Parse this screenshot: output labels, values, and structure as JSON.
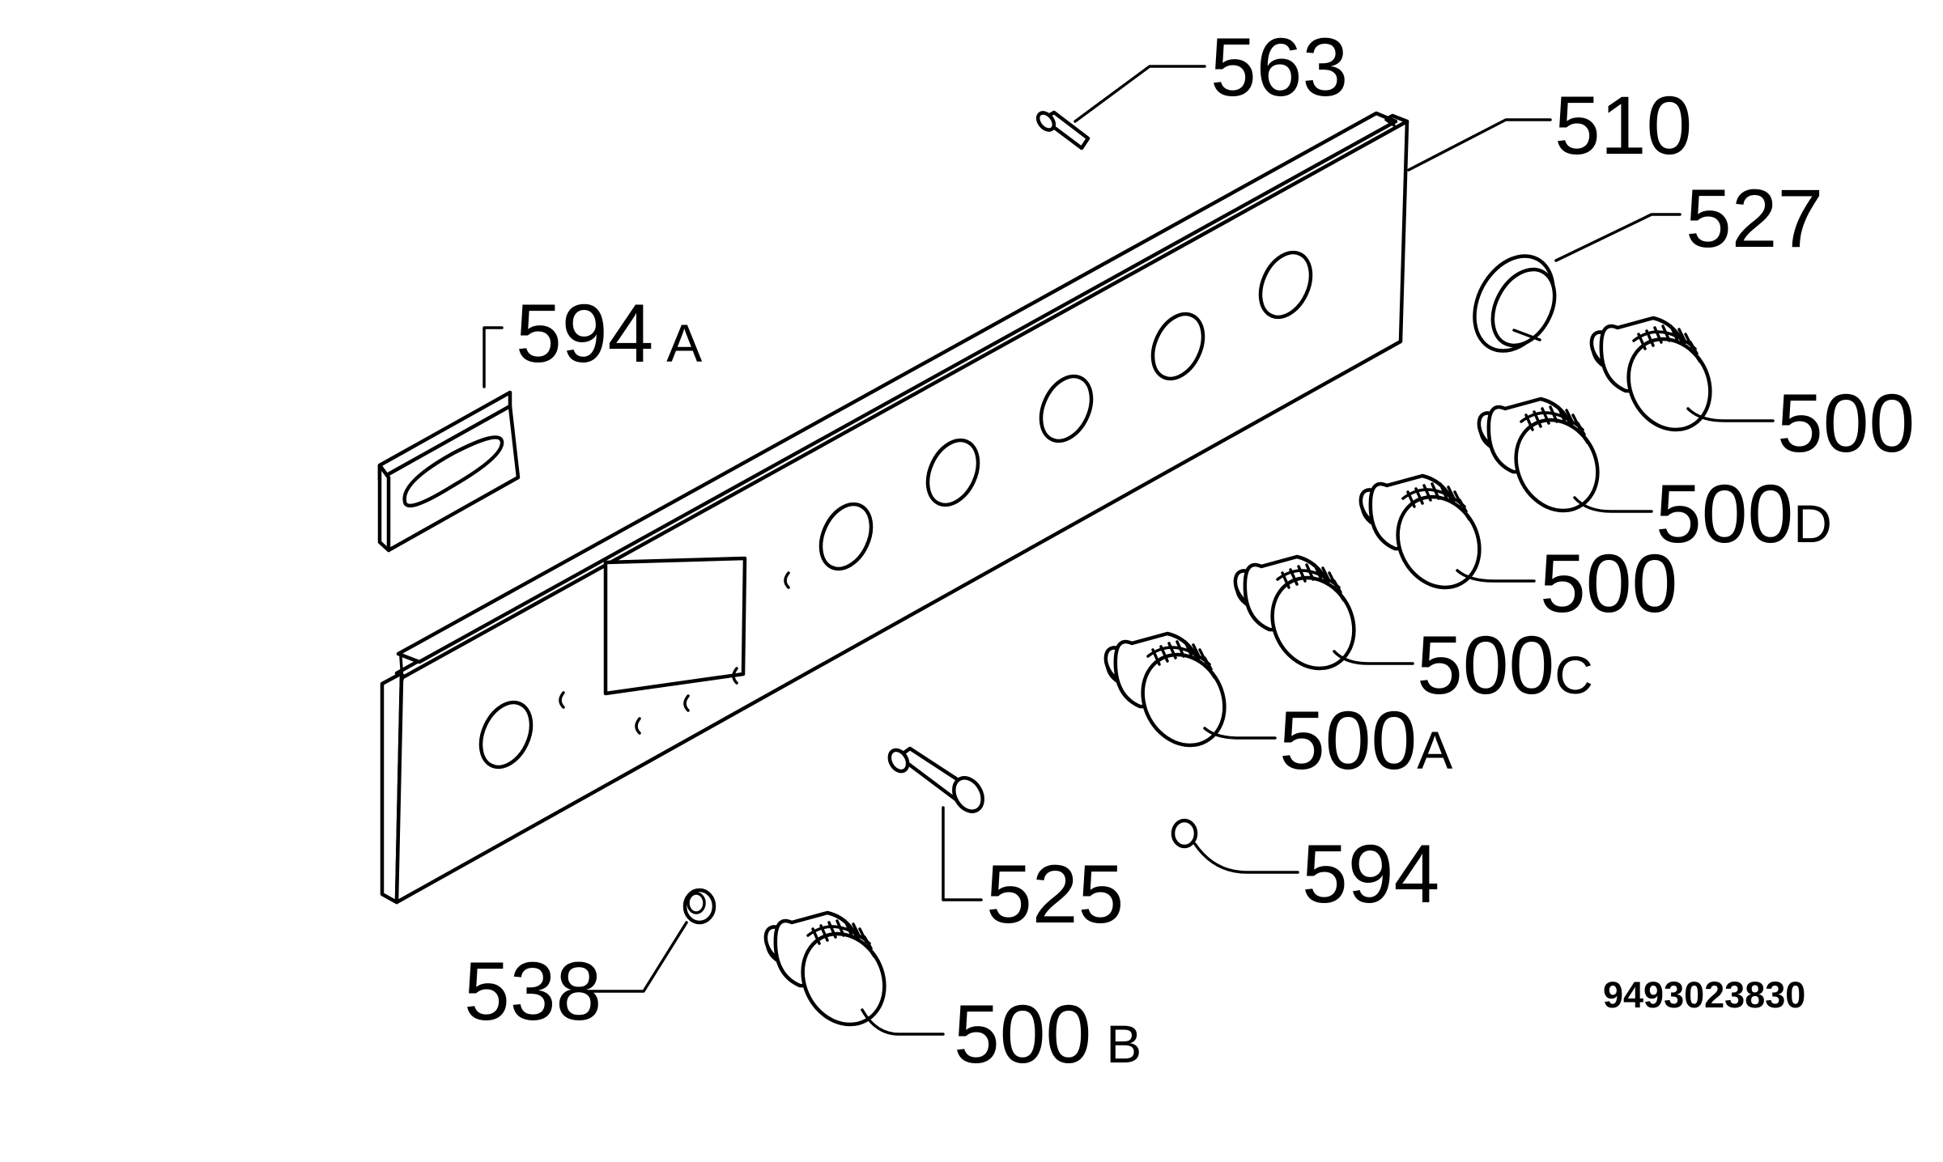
{
  "labels": {
    "p563": "563",
    "p510": "510",
    "p527": "527",
    "p594a": {
      "num": "594",
      "suffix": "A"
    },
    "p500_1": "500",
    "p500d": {
      "num": "500",
      "suffix": "D"
    },
    "p500_2": "500",
    "p500c": {
      "num": "500",
      "suffix": "C"
    },
    "p500a": {
      "num": "500",
      "suffix": "A"
    },
    "p594": "594",
    "p525": "525",
    "p538": "538",
    "p500b": {
      "num": "500",
      "suffix": "B"
    }
  },
  "diagram_code": "9493023830"
}
